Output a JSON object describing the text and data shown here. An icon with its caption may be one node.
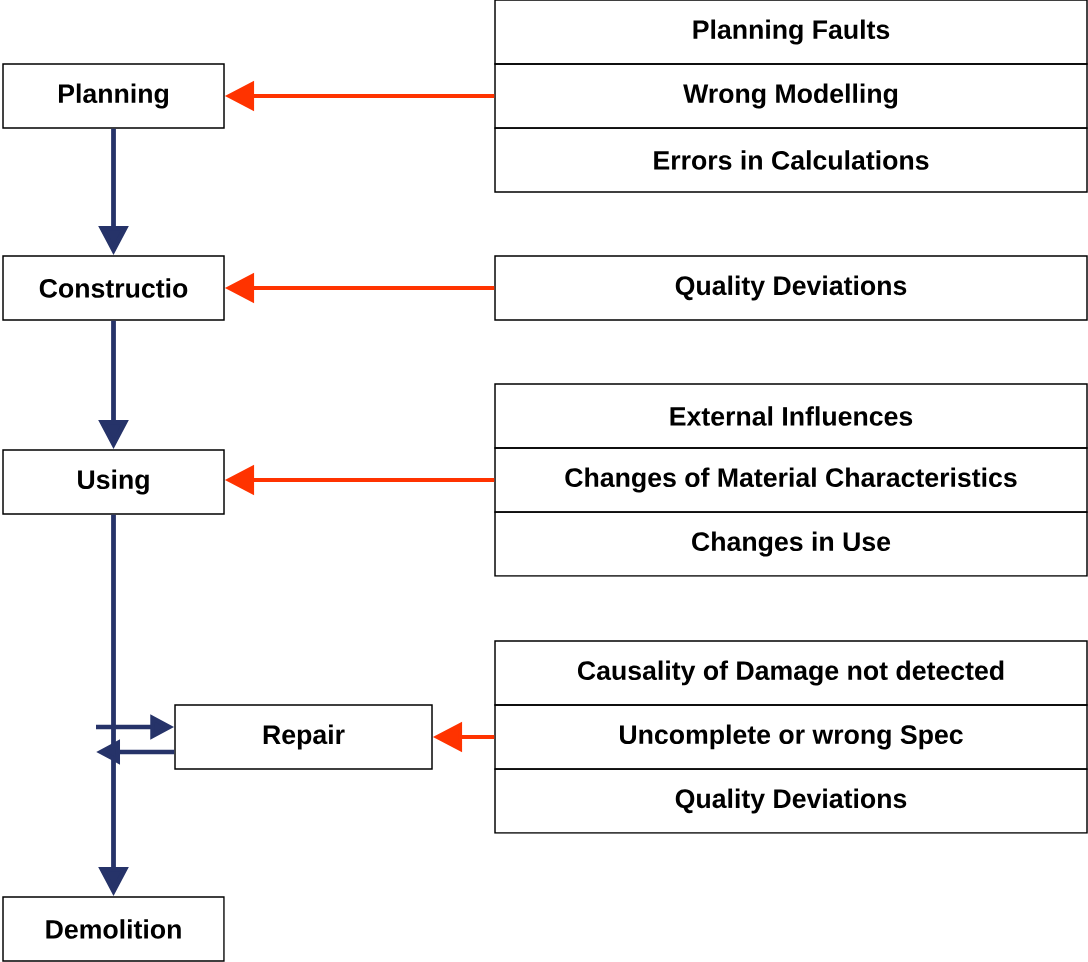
{
  "diagram": {
    "nodes": [
      {
        "text": [
          "Planning"
        ]
      },
      {
        "text": [
          "Constructio"
        ]
      },
      {
        "text": [
          "Using"
        ]
      },
      {
        "text": [
          "Repair"
        ]
      },
      {
        "text": [
          "Demolition"
        ]
      },
      {
        "text": [
          "Planning Faults"
        ]
      },
      {
        "text": [
          "Wrong Modelling"
        ]
      },
      {
        "text": [
          "Errors in Calculations"
        ]
      },
      {
        "text": [
          "Quality Deviations"
        ]
      },
      {
        "text": [
          "External Influences"
        ]
      },
      {
        "text": [
          "Changes of Material Characteristics"
        ]
      },
      {
        "text": [
          "Changes in Use"
        ]
      },
      {
        "text": [
          "Causality of Damage not detected"
        ]
      },
      {
        "text": [
          "Uncomplete or wrong Spec"
        ]
      },
      {
        "text": [
          "Quality Deviations"
        ]
      }
    ],
    "edges": [
      {
        "from": 0,
        "to": 1,
        "arrow": "to"
      },
      {
        "from": 1,
        "to": 2,
        "arrow": "to"
      },
      {
        "from": 2,
        "to": 4,
        "arrow": "to"
      },
      {
        "from": null,
        "to": 3,
        "arrow": "to"
      },
      {
        "from": 3,
        "to": null,
        "arrow": "to"
      },
      {
        "from": 6,
        "to": 0,
        "arrow": "to",
        "color": "#ff3300"
      },
      {
        "from": 8,
        "to": 1,
        "arrow": "to",
        "color": "#ff3300"
      },
      {
        "from": 10,
        "to": 2,
        "arrow": "to",
        "color": "#ff3300"
      },
      {
        "from": 13,
        "to": 3,
        "arrow": "to",
        "color": "#ff3300"
      }
    ]
  }
}
